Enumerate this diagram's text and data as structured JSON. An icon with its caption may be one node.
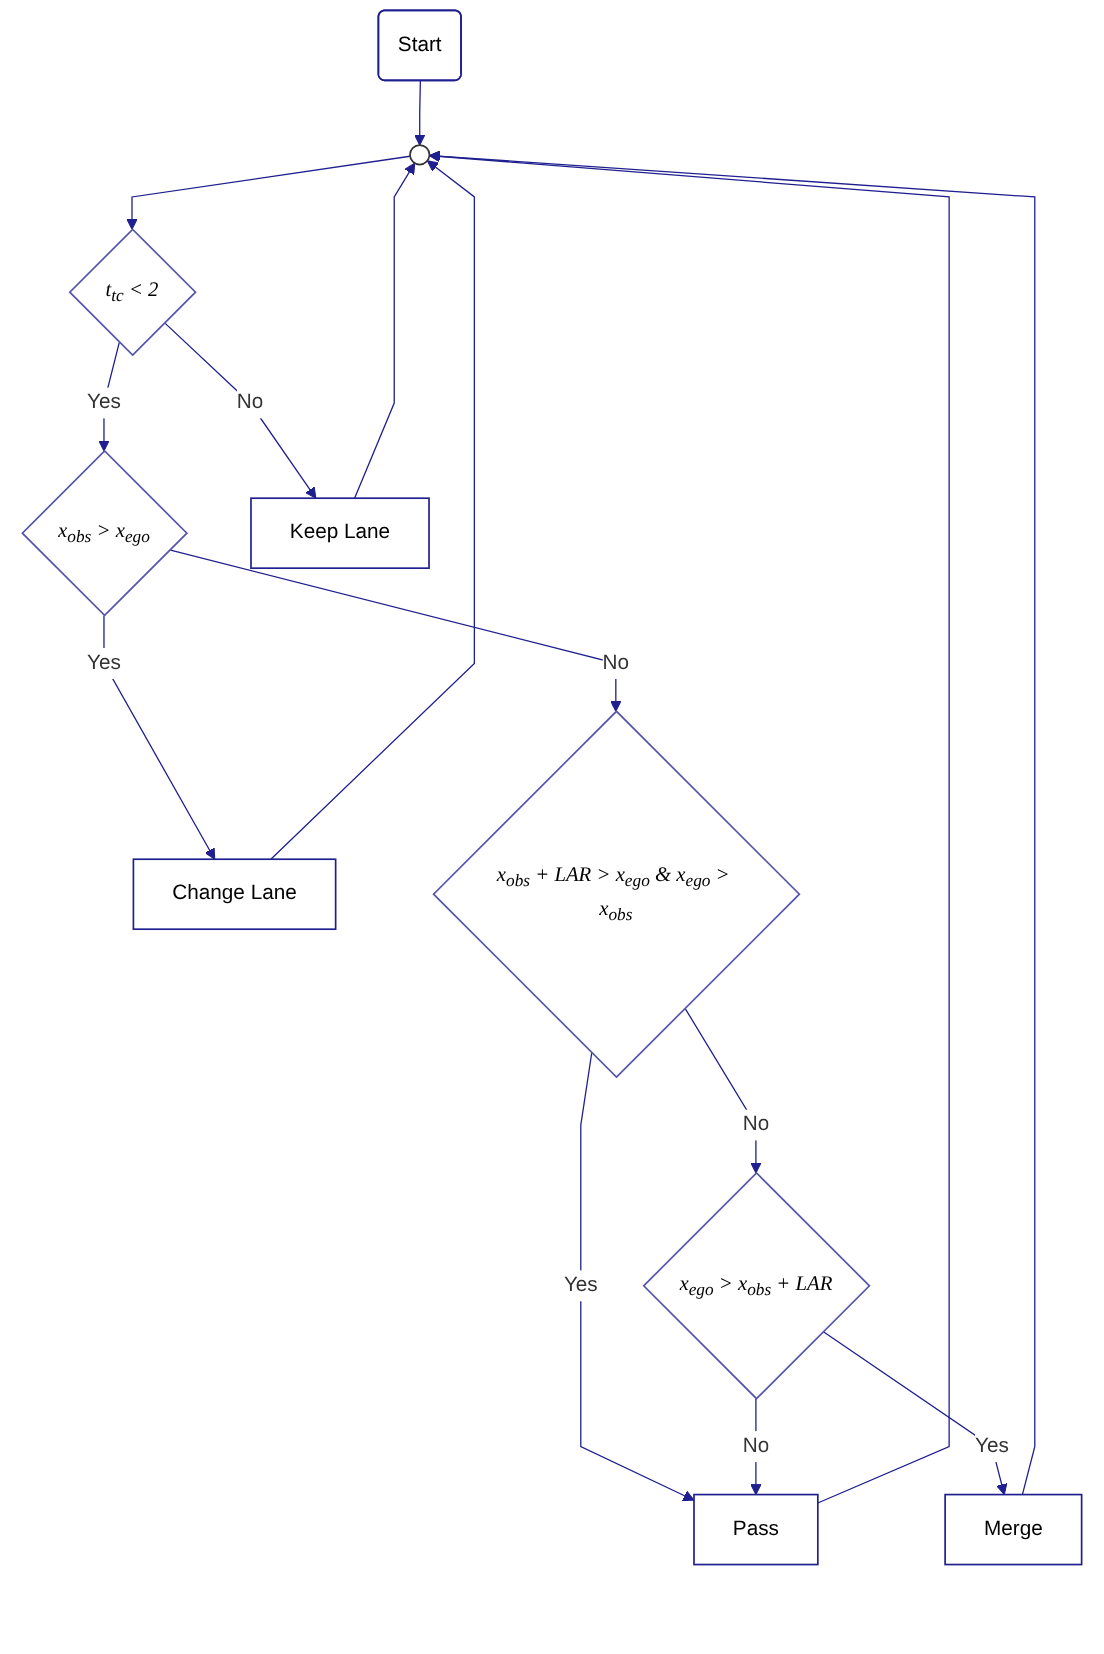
{
  "diagram": {
    "nodes": [
      {
        "text": [
          "Start"
        ]
      },
      {
        "text": [],
        "shape": "circle"
      },
      {
        "text": [
          "t$_{tc}$ < 2"
        ]
      },
      {
        "text": [
          "x$_{obs}$ > x$_{ego}$"
        ]
      },
      {
        "text": [
          "Keep Lane"
        ]
      },
      {
        "text": [
          "Change Lane"
        ]
      },
      {
        "text": [
          "x$_{obs}$ + LAR > x$_{ego}$ & x$_{ego}$ > x$_{obs}$"
        ]
      },
      {
        "text": [
          "x$_{ego}$ > x$_{obs}$ + LAR"
        ]
      },
      {
        "text": [
          "Pass"
        ]
      },
      {
        "text": [
          "Merge"
        ]
      }
    ],
    "edges": [
      {
        "from": 0,
        "to": 1,
        "arrow": "to"
      },
      {
        "from": 1,
        "to": 2,
        "arrow": "to"
      },
      {
        "from": 2,
        "to": 3,
        "label": "Yes",
        "arrow": "to"
      },
      {
        "from": 2,
        "to": 4,
        "label": "No",
        "arrow": "to"
      },
      {
        "from": 3,
        "to": 5,
        "label": "Yes",
        "arrow": "to"
      },
      {
        "from": 3,
        "to": 6,
        "label": "No",
        "arrow": "to"
      },
      {
        "from": 4,
        "to": 1,
        "arrow": "to"
      },
      {
        "from": 5,
        "to": 1,
        "arrow": "to"
      },
      {
        "from": 6,
        "to": 8,
        "label": "Yes",
        "arrow": "to"
      },
      {
        "from": 6,
        "to": 7,
        "label": "No",
        "arrow": "to"
      },
      {
        "from": 7,
        "to": 8,
        "label": "No",
        "arrow": "to"
      },
      {
        "from": 7,
        "to": 9,
        "label": "Yes",
        "arrow": "to"
      },
      {
        "from": 8,
        "to": 1,
        "arrow": "to"
      },
      {
        "from": 9,
        "to": 1,
        "arrow": "to"
      }
    ]
  }
}
